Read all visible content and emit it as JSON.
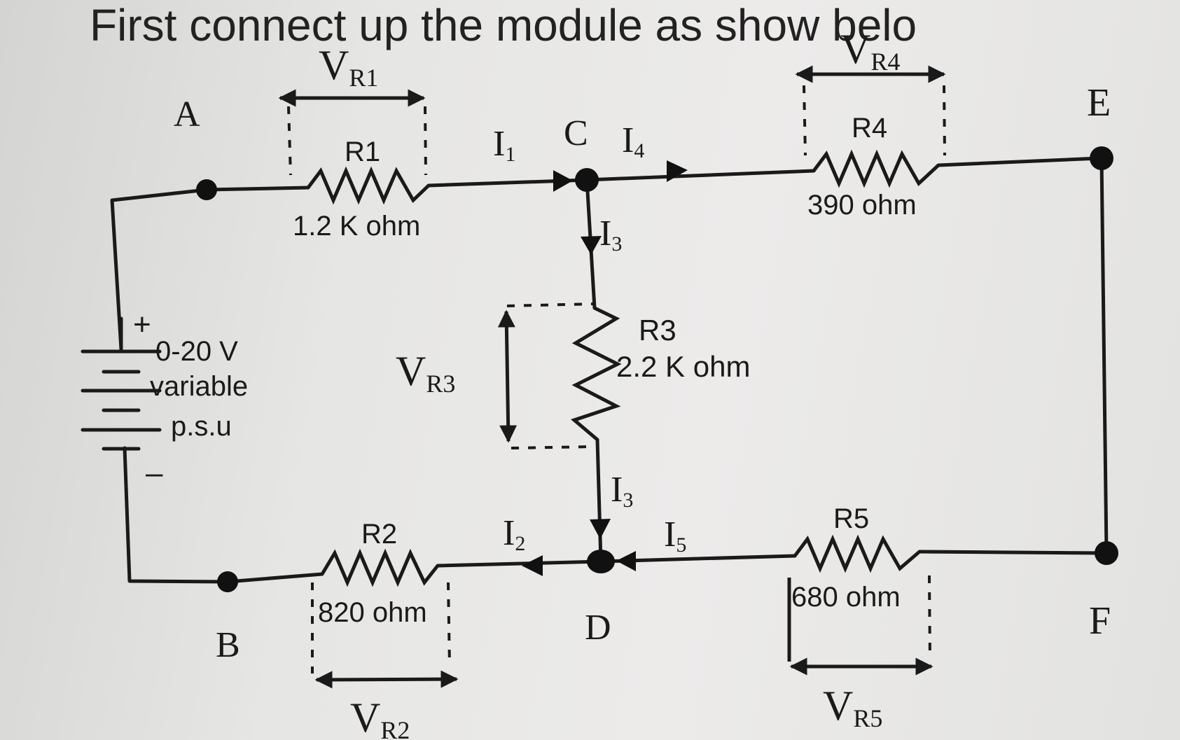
{
  "title": "First connect up the module as show belo",
  "nodes": {
    "a": "A",
    "b": "B",
    "c": "C",
    "d": "D",
    "e": "E",
    "f": "F"
  },
  "supply": {
    "plus": "+",
    "minus": "–",
    "line1": "0-20 V",
    "line2": "variable",
    "line3": "p.s.u"
  },
  "resistors": {
    "r1": {
      "name": "R1",
      "value": "1.2 K ohm"
    },
    "r2": {
      "name": "R2",
      "value": "820 ohm"
    },
    "r3": {
      "name": "R3",
      "value": "2.2 K ohm"
    },
    "r4": {
      "name": "R4",
      "value": "390 ohm"
    },
    "r5": {
      "name": "R5",
      "value": "680 ohm"
    }
  },
  "voltages": {
    "vr1": {
      "main": "V",
      "sub": "R1"
    },
    "vr2": {
      "main": "V",
      "sub": "R2"
    },
    "vr3": {
      "main": "V",
      "sub": "R3"
    },
    "vr4": {
      "main": "V",
      "sub": "R4"
    },
    "vr5": {
      "main": "V",
      "sub": "R5"
    }
  },
  "currents": {
    "i1": {
      "main": "I",
      "sub": "1"
    },
    "i2": {
      "main": "I",
      "sub": "2"
    },
    "i3_top": {
      "main": "I",
      "sub": "3"
    },
    "i3_bottom": {
      "main": "I",
      "sub": "3"
    },
    "i4": {
      "main": "I",
      "sub": "4"
    },
    "i5": {
      "main": "I",
      "sub": "5"
    }
  }
}
